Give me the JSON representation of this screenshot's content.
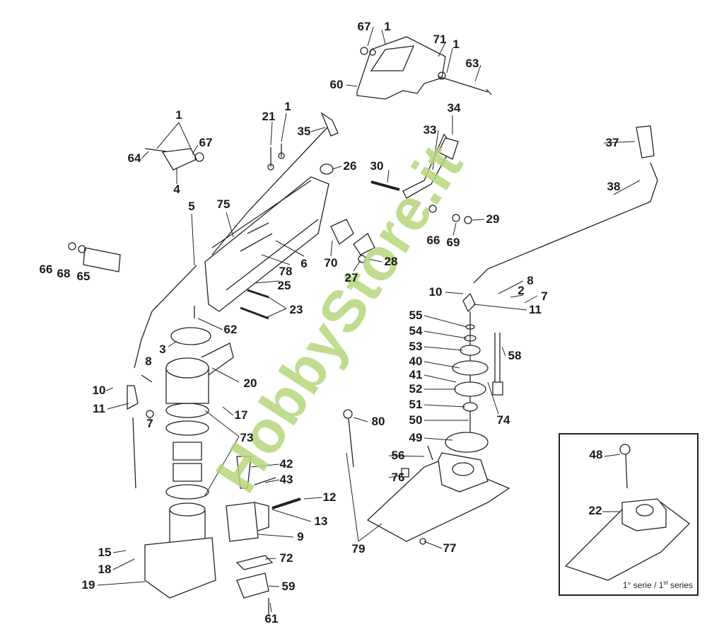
{
  "diagram": {
    "watermark": "HobbyStore.it",
    "labels": [
      "67",
      "1",
      "71",
      "1",
      "63",
      "60",
      "1",
      "1",
      "21",
      "35",
      "34",
      "33",
      "64",
      "67",
      "4",
      "26",
      "30",
      "37",
      "38",
      "5",
      "75",
      "29",
      "69",
      "66",
      "70",
      "27",
      "28",
      "6",
      "78",
      "25",
      "23",
      "66",
      "68",
      "65",
      "8",
      "10",
      "2",
      "7",
      "11",
      "55",
      "54",
      "53",
      "40",
      "41",
      "52",
      "51",
      "50",
      "49",
      "58",
      "74",
      "62",
      "3",
      "8",
      "20",
      "10",
      "11",
      "7",
      "17",
      "80",
      "73",
      "56",
      "42",
      "43",
      "76",
      "12",
      "13",
      "9",
      "79",
      "77",
      "15",
      "18",
      "72",
      "19",
      "59",
      "61",
      "48",
      "22"
    ],
    "inset": {
      "caption_main": "1° serie / 1",
      "caption_sup": "st",
      "caption_end": " series"
    }
  }
}
